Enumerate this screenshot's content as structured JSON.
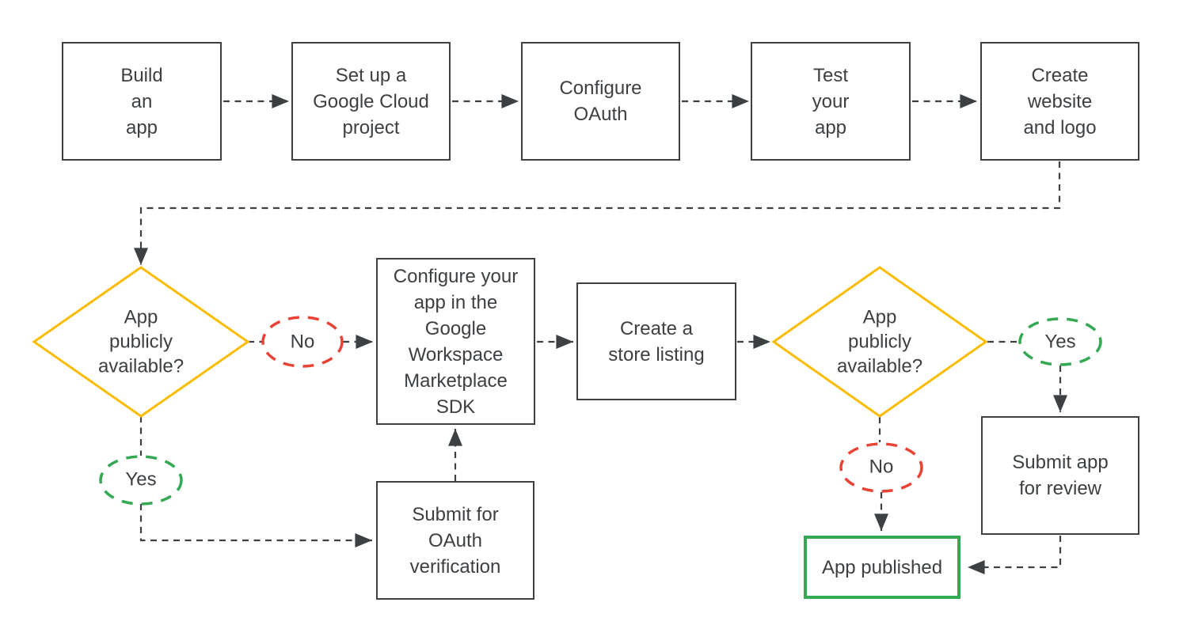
{
  "colors": {
    "ink": "#3C4043",
    "decision_yellow": "#FBBC04",
    "no_red": "#EA4335",
    "yes_green": "#34A853",
    "background": "#FFFFFF"
  },
  "nodes": {
    "build_app": {
      "label": "Build\nan\napp"
    },
    "setup_project": {
      "label": "Set up a\nGoogle Cloud\nproject"
    },
    "configure_oauth": {
      "label": "Configure\nOAuth"
    },
    "test_app": {
      "label": "Test\nyour\napp"
    },
    "create_website": {
      "label": "Create\nwebsite\nand logo"
    },
    "decision_public_1": {
      "label": "App\npublicly\navailable?"
    },
    "configure_sdk": {
      "label": "Configure your\napp in the\nGoogle\nWorkspace\nMarketplace\nSDK"
    },
    "store_listing": {
      "label": "Create a\nstore listing"
    },
    "decision_public_2": {
      "label": "App\npublicly\navailable?"
    },
    "submit_oauth": {
      "label": "Submit for\nOAuth\nverification"
    },
    "submit_review": {
      "label": "Submit app\nfor review"
    },
    "app_published": {
      "label": "App published"
    }
  },
  "edge_labels": {
    "no_1": "No",
    "yes_1": "Yes",
    "yes_2": "Yes",
    "no_2": "No"
  }
}
